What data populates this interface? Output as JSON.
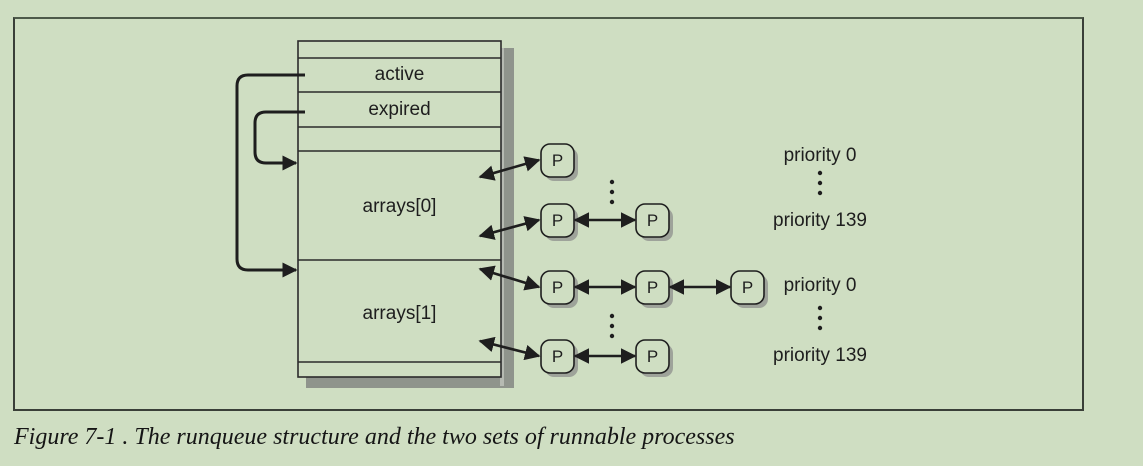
{
  "figure": {
    "caption": "Figure 7-1 . The runqueue structure and the two sets of runnable processes",
    "colors": {
      "background": "#cfdec2",
      "ink": "#1e1e1e",
      "shadow": "#8f948c"
    }
  },
  "runqueue": {
    "fields": [
      "active",
      "expired"
    ],
    "arrays": [
      "arrays[0]",
      "arrays[1]"
    ]
  },
  "process_label": "P",
  "priority_labels": {
    "set0_top": "priority 0",
    "set0_bottom": "priority 139",
    "set1_top": "priority 0",
    "set1_bottom": "priority 139"
  },
  "lists": [
    {
      "array": 0,
      "priority": "top",
      "process_count": 1
    },
    {
      "array": 0,
      "priority": "bottom",
      "process_count": 2
    },
    {
      "array": 1,
      "priority": "top",
      "process_count": 3
    },
    {
      "array": 1,
      "priority": "bottom",
      "process_count": 2
    }
  ]
}
